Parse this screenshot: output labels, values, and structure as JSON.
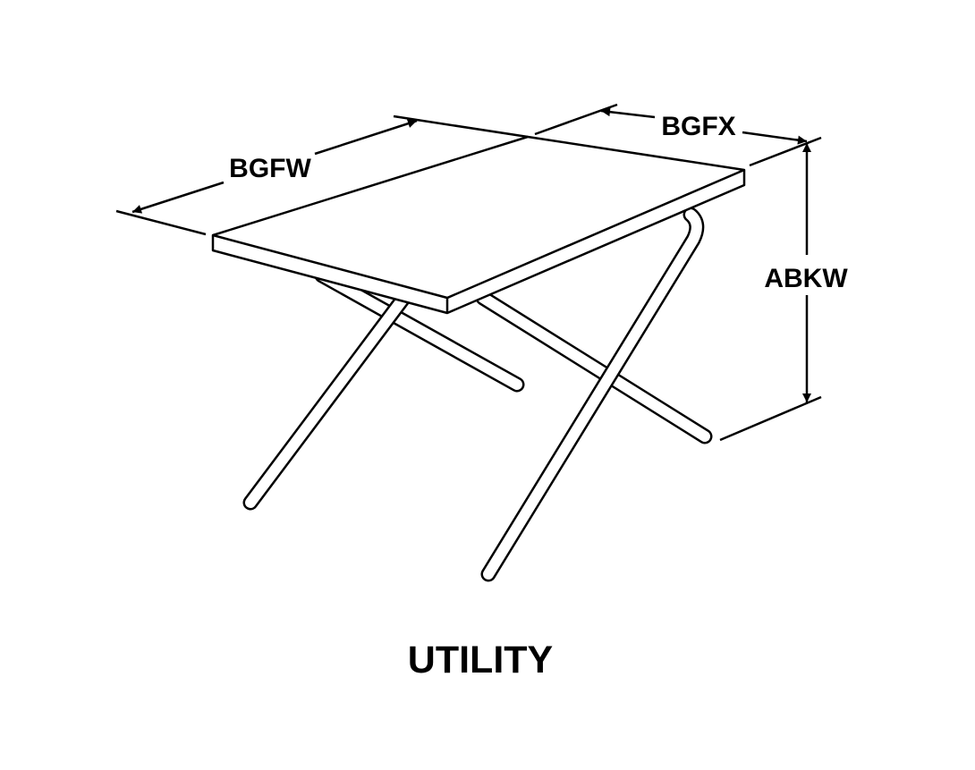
{
  "diagram": {
    "caption": "UTILITY",
    "dimensions": {
      "length_label": "BGFW",
      "width_label": "BGFX",
      "height_label": "ABKW"
    }
  }
}
